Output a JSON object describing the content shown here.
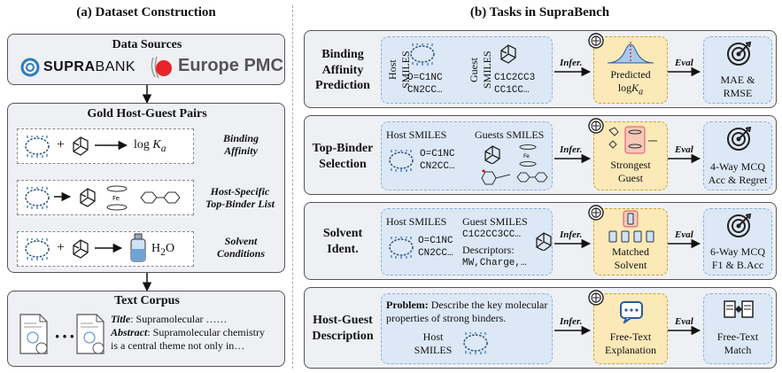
{
  "left": {
    "title": "(a) Dataset Construction",
    "sources": {
      "title": "Data Sources",
      "suprabank_a": "SUPRA",
      "suprabank_b": "BANK",
      "europepmc": "Europe PMC"
    },
    "gold": {
      "title": "Gold Host-Guest Pairs",
      "row1": {
        "logk_main": "log ",
        "logk_sub": "a",
        "logk_k": "K",
        "label1": "Binding",
        "label2": "Affinity"
      },
      "row2": {
        "label1": "Host-Specific",
        "label2": "Top-Binder List"
      },
      "row3": {
        "h2o": "H",
        "h2o_sub": "2",
        "h2o_o": "O",
        "label1": "Solvent",
        "label2": "Conditions"
      }
    },
    "corpus": {
      "title": "Text Corpus",
      "dots": "···",
      "title_label": "Title",
      "title_text": ": Supramolecular ……",
      "abstract_label": "Abstract",
      "abstract_text": ": Supramolecular chemistry",
      "abstract_text2": "is a central theme not only in…"
    }
  },
  "right": {
    "title": "(b) Tasks in SupraBench",
    "infer": "Infer.",
    "eval": "Eval",
    "task1": {
      "label1": "Binding",
      "label2": "Affinity",
      "label3": "Prediction",
      "host": "Host",
      "host2": "SMILES",
      "host_smiles1": "O=C1NC",
      "host_smiles2": "CN2CC…",
      "guest": "Guest",
      "guest2": "SMILES",
      "guest_smiles1": "C1C2CC3",
      "guest_smiles2": "CC1CC…",
      "out1": "Predicted",
      "out2_a": "log",
      "out2_k": "K",
      "out2_sub": "a",
      "metric1": "MAE &",
      "metric2": "RMSE"
    },
    "task2": {
      "label1": "Top-Binder",
      "label2": "Selection",
      "host": "Host SMILES",
      "host_smiles1": "O=C1NC",
      "host_smiles2": "CN2CC…",
      "guests": "Guests SMILES",
      "out1": "Strongest",
      "out2": "Guest",
      "metric1": "4-Way MCQ",
      "metric2": "Acc & Regret"
    },
    "task3": {
      "label1": "Solvent",
      "label2": "Ident.",
      "host": "Host SMILES",
      "host_smiles1": "O=C1NC",
      "host_smiles2": "CN2CC…",
      "guest": "Guest SMILES",
      "guest_smiles": "C1C2CC3CC…",
      "desc": "Descriptors:",
      "desc_vals": "MW,Charge,…",
      "out1": "Matched",
      "out2": "Solvent",
      "metric1": "6-Way MCQ",
      "metric2": "F1 & B.Acc"
    },
    "task4": {
      "label1": "Host-Guest",
      "label2": "Description",
      "problem_label": "Problem:",
      "problem_text": " Describe the key molecular",
      "problem_text2": "properties of strong binders.",
      "host": "Host",
      "host2": "SMILES",
      "out1": "Free-Text",
      "out2": "Explanation",
      "metric1": "Free-Text",
      "metric2": "Match"
    }
  },
  "colors": {
    "box_bg": "#eef0f4",
    "blue_fill": "#dce8f6",
    "yellow_fill": "#fce9b8",
    "europepmc_red": "#e8232a"
  }
}
